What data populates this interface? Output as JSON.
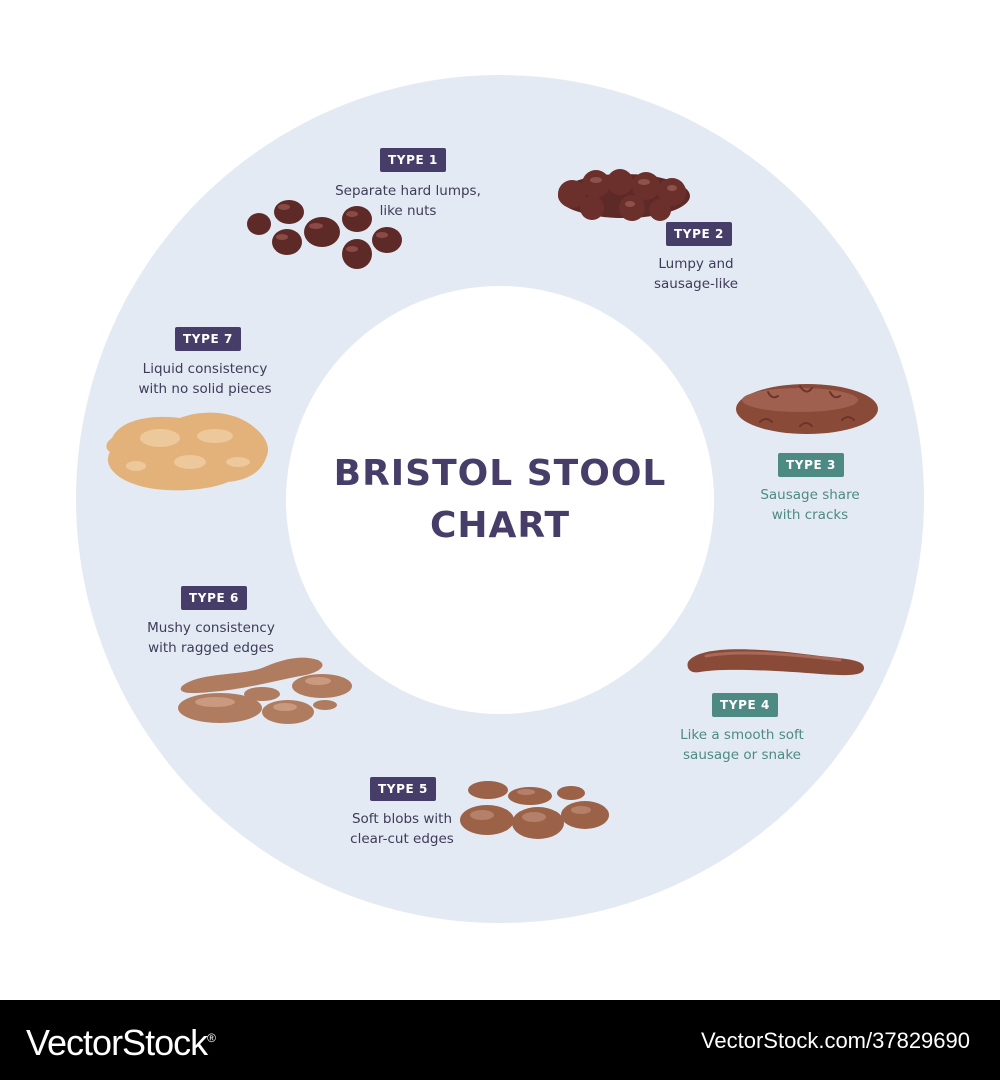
{
  "title": {
    "line1": "BRISTOL STOOL",
    "line2": "CHART"
  },
  "types": [
    {
      "badge": "TYPE 1",
      "line1": "Separate hard lumps,",
      "line2": "like nuts"
    },
    {
      "badge": "TYPE 2",
      "line1": "Lumpy and",
      "line2": "sausage-like"
    },
    {
      "badge": "TYPE 3",
      "line1": "Sausage share",
      "line2": "with cracks"
    },
    {
      "badge": "TYPE 4",
      "line1": "Like a smooth soft",
      "line2": "sausage or snake"
    },
    {
      "badge": "TYPE 5",
      "line1": "Soft blobs with",
      "line2": "clear-cut edges"
    },
    {
      "badge": "TYPE 6",
      "line1": "Mushy consistency",
      "line2": "with ragged edges"
    },
    {
      "badge": "TYPE 7",
      "line1": "Liquid consistency",
      "line2": "with no solid pieces"
    }
  ],
  "footer": {
    "brand": "VectorStock",
    "trademark": "®",
    "credit": "VectorStock.com/37829690"
  },
  "colors": {
    "ring": "#e3eaf3",
    "title": "#463e68",
    "badge_dark": "#463e68",
    "badge_teal": "#4e8a84",
    "stool_dark": "#5e2a27",
    "stool_medium": "#8a4a38",
    "stool_light": "#b07c60",
    "stool_liquid": "#e3b27a"
  }
}
